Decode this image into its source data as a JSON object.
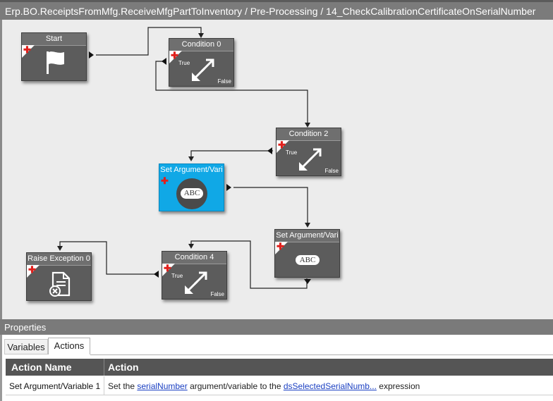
{
  "breadcrumb": "Erp.BO.ReceiptsFromMfg.ReceiveMfgPartToInventory / Pre-Processing / 14_CheckCalibrationCertificateOnSerialNumber",
  "colors": {
    "node": "#5c5c5c",
    "selected_node": "#10a8e6",
    "add_marker": "#e0201c",
    "link": "#1a3fc2"
  },
  "nodes": {
    "start": {
      "title": "Start",
      "icon": "flag-icon"
    },
    "condition0": {
      "title": "Condition 0",
      "true_label": "True",
      "false_label": "False",
      "icon": "condition-arrows-icon"
    },
    "condition2": {
      "title": "Condition 2",
      "true_label": "True",
      "false_label": "False",
      "icon": "condition-arrows-icon"
    },
    "set_arg_a": {
      "title": "Set Argument/Vari",
      "icon_text": "ABC",
      "selected": true
    },
    "set_arg_b": {
      "title": "Set Argument/Vari",
      "icon_text": "ABC"
    },
    "condition4": {
      "title": "Condition 4",
      "true_label": "True",
      "false_label": "False",
      "icon": "condition-arrows-icon"
    },
    "raise_exception": {
      "title": "Raise Exception 0",
      "icon": "document-error-icon"
    }
  },
  "properties": {
    "header": "Properties",
    "tabs": [
      {
        "label": "Variables",
        "active": false
      },
      {
        "label": "Actions",
        "active": true
      }
    ],
    "columns": [
      "Action Name",
      "Action"
    ],
    "rows": [
      {
        "name": "Set Argument/Variable 1",
        "action_prefix": "Set the",
        "arg_link": "serialNumber",
        "action_middle": "argument/variable to the",
        "expr_link": "dsSelectedSerialNumb...",
        "action_suffix": "expression"
      }
    ]
  }
}
